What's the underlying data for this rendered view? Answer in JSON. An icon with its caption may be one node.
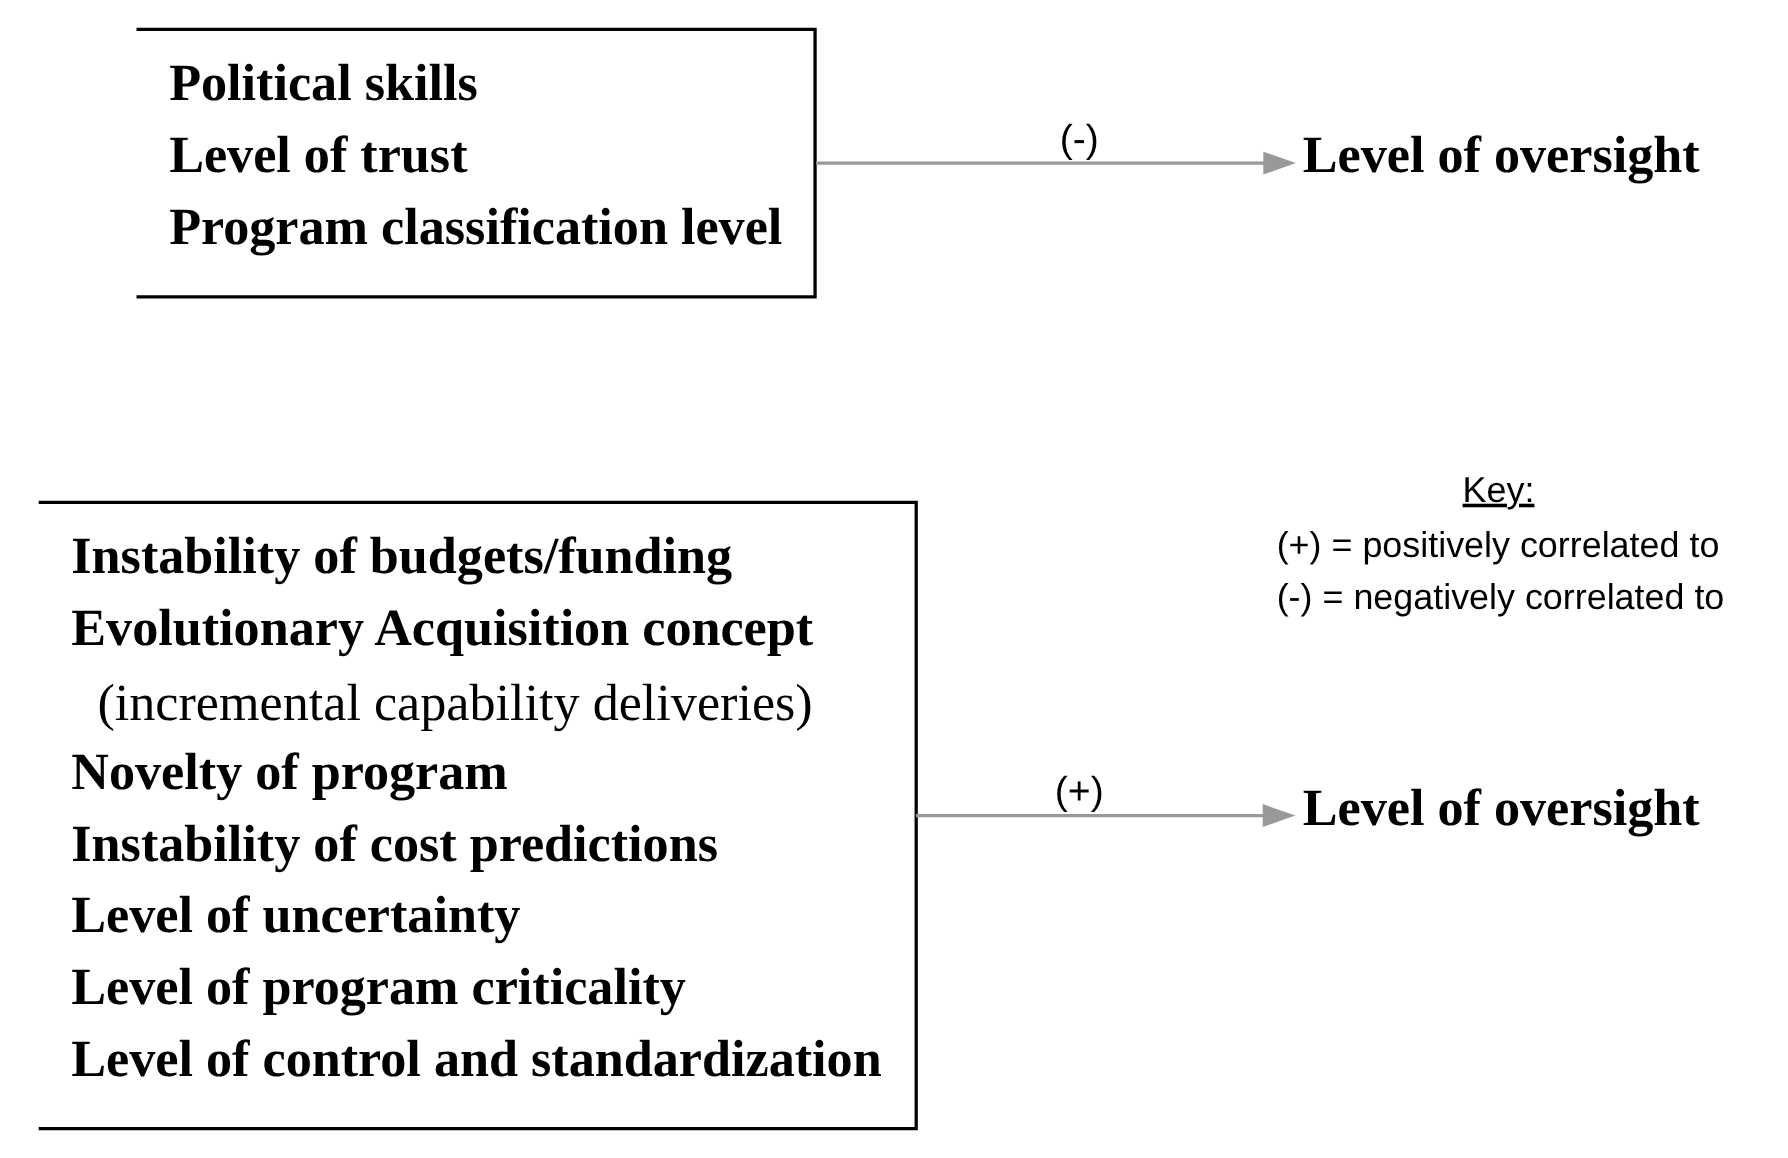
{
  "diagram": {
    "nodes": [
      {
        "text": [
          "Instability of budgets/funding",
          "Evolutionary Acquisition concept",
          "(incremental capability deliveries)",
          "Novelty of program",
          "Instability of cost predictions",
          "Level of uncertainty",
          "Level of program criticality",
          "Level of control and standardization"
        ]
      },
      {
        "text": [
          "Level of oversight"
        ]
      },
      {
        "text": [
          "Political skills",
          "Level of trust",
          "Program classification level"
        ]
      },
      {
        "text": [
          "Level of oversight"
        ]
      }
    ],
    "edges": [
      {
        "from": 0,
        "to": 1,
        "arrow": "to",
        "label": "(+)"
      },
      {
        "from": 2,
        "to": 3,
        "arrow": "to",
        "label": "(-)"
      }
    ],
    "labels": [
      "Key:",
      "(+) = positively correlated to",
      "(-) = negatively correlated to"
    ]
  }
}
